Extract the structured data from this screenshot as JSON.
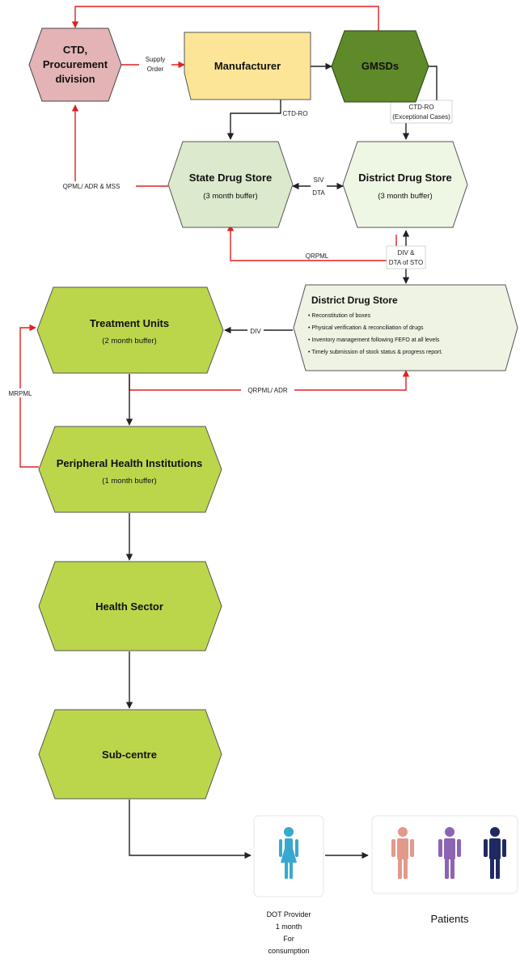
{
  "nodes": {
    "ctd": {
      "line1": "CTD,",
      "line2": "Procurement",
      "line3": "division"
    },
    "manufacturer": {
      "label": "Manufacturer"
    },
    "gmsds": {
      "label": "GMSDs"
    },
    "state_store": {
      "title": "State Drug Store",
      "sub": "(3 month buffer)"
    },
    "district_store_top": {
      "title": "District Drug Store",
      "sub": "(3 month buffer)"
    },
    "district_store_detail": {
      "title": "District Drug Store",
      "bullets": [
        "Reconstitution of boxes",
        "Physical verification & reconciliation of drugs",
        "Inventory management following FEFO at all levels",
        "Timely submission of stock status & progress report."
      ]
    },
    "treatment_units": {
      "title": "Treatment Units",
      "sub": "(2 month buffer)"
    },
    "phi": {
      "title": "Peripheral Health Institutions",
      "sub": "(1 month buffer)"
    },
    "health_sector": {
      "title": "Health Sector"
    },
    "sub_centre": {
      "title": "Sub-centre"
    },
    "dot_provider": {
      "line1": "DOT Provider",
      "line2": "1 month",
      "line3": "For",
      "line4": "consumption"
    },
    "patients": {
      "label": "Patients"
    }
  },
  "edges": {
    "supply_order_1": "Supply",
    "supply_order_2": "Order",
    "ctd_ro": "CTD-RO",
    "ctd_ro_exc_1": "CTD-RO",
    "ctd_ro_exc_2": "(Exceptional Cases)",
    "qpml": "QPML/ ADR & MSS",
    "siv": "SIV",
    "dta": "DTA",
    "qrpml_top": "QRPML",
    "div_dta_1": "DIV &",
    "div_dta_2": "DTA of STO",
    "div": "DIV",
    "qrpml_adr": "QRPML/ ADR",
    "mrpml": "MRPML"
  },
  "colors": {
    "ctd_fill": "#e3b3b5",
    "manufacturer_fill": "#fde597",
    "gmsds_fill": "#5e8a2a",
    "store_fill": "#dbe9cc",
    "district_top_fill": "#eef6e4",
    "detail_fill": "#eef3e4",
    "lime_fill": "#bcd64c",
    "feedback_line": "#e02020",
    "flow_line": "#222222",
    "dot_figure": "#37a9cf",
    "patient_1": "#e29a8b",
    "patient_2": "#8d64b4",
    "patient_3": "#1f2a63"
  },
  "icons": [
    "female-person-icon",
    "male-person-icon"
  ]
}
